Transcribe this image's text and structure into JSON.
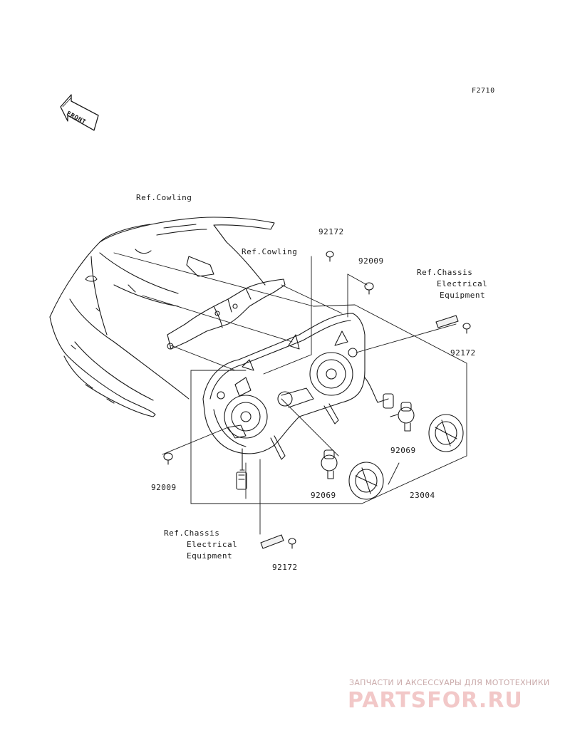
{
  "diagram": {
    "code": "F2710",
    "front_arrow": "FRONT",
    "labels": {
      "ref_cowling_1": "Ref.Cowling",
      "ref_cowling_2": "Ref.Cowling",
      "part_92172_top": "92172",
      "part_92009_top": "92009",
      "ref_chassis_right_1": "Ref.Chassis",
      "ref_chassis_right_2": "Electrical",
      "ref_chassis_right_3": "Equipment",
      "part_92172_right": "92172",
      "part_92069_right": "92069",
      "part_92009_left": "92009",
      "part_92069_bottom": "92069",
      "part_23004": "23004",
      "ref_chassis_bottom_1": "Ref.Chassis",
      "ref_chassis_bottom_2": "Electrical",
      "ref_chassis_bottom_3": "Equipment",
      "part_92172_bottom": "92172"
    }
  },
  "watermark": {
    "tagline": "ЗАПЧАСТИ И АКСЕССУАРЫ ДЛЯ МОТОТЕХНИКИ",
    "logo": "PARTSFOR.RU"
  },
  "colors": {
    "line": "#1a1a1a",
    "watermark": "#f2c8c8"
  }
}
